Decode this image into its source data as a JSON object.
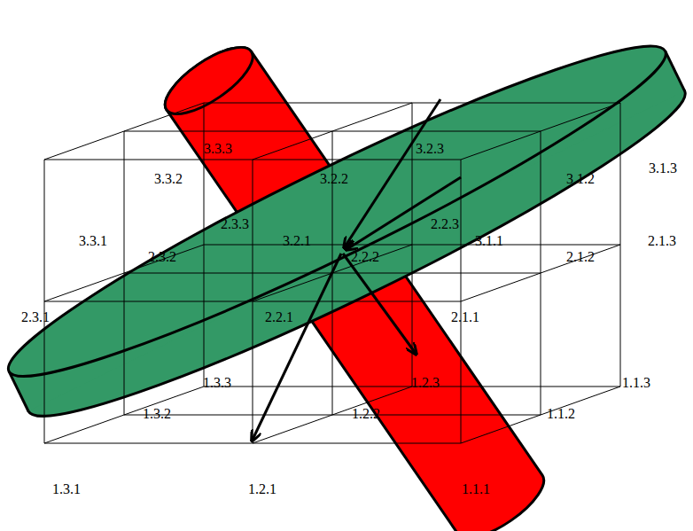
{
  "diagram": {
    "labels": [
      "3.3.3",
      "3.2.3",
      "3.1.3",
      "3.3.2",
      "3.2.2",
      "3.1.2",
      "3.3.1",
      "3.2.1",
      "3.1.1",
      "2.3.3",
      "2.2.3",
      "2.1.3",
      "2.3.2",
      "2.2.2",
      "2.1.2",
      "2.3.1",
      "2.2.1",
      "2.1.1",
      "1.3.3",
      "1.2.3",
      "1.1.3",
      "1.3.2",
      "1.2.2",
      "1.1.2",
      "1.3.1",
      "1.2.1",
      "1.1.1"
    ]
  }
}
